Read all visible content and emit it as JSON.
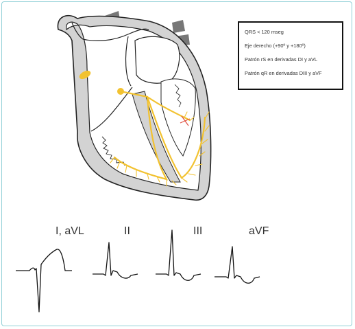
{
  "info_box": {
    "lines": [
      "QRS < 120 mseg",
      "Eje derecho (+90º y +180º)",
      "Patrón rS en derivadas DI y aVL",
      "Patrón qR en derivadas DIII y aVF"
    ]
  },
  "leads": [
    {
      "label": "I, aVL"
    },
    {
      "label": "II"
    },
    {
      "label": "III"
    },
    {
      "label": "aVF"
    }
  ],
  "colors": {
    "conduction": "#f2c230",
    "outline": "#222222",
    "wall": "#cfcfcf",
    "vessel": "#777777",
    "ecg": "#111111",
    "frame": "#8fcfd6",
    "block_mark": "#e05040"
  }
}
